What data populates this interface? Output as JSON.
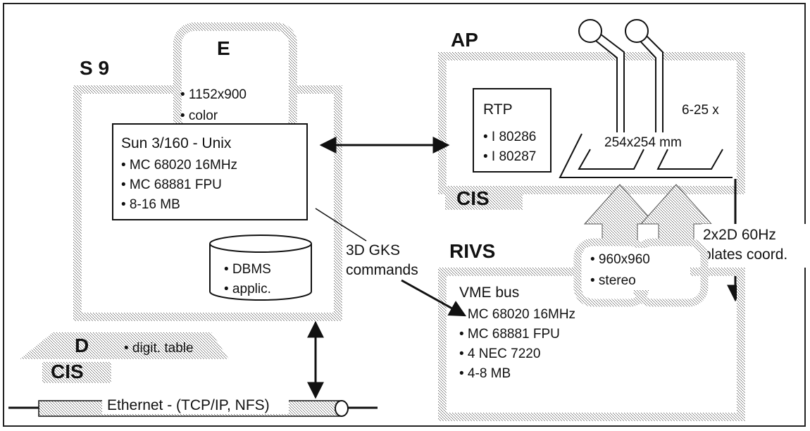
{
  "s9": {
    "title": "S 9",
    "sun_title": "Sun 3/160 - Unix",
    "sun_items": [
      "• MC 68020 16MHz",
      "• MC 68881 FPU",
      "• 8-16 MB"
    ],
    "db_items": [
      "• DBMS",
      "• applic."
    ]
  },
  "monitor_e": {
    "title": "E",
    "items": [
      "• 1152x900",
      "• color"
    ]
  },
  "digitizer": {
    "title": "D",
    "item": "• digit. table",
    "cis": "CIS"
  },
  "ethernet": {
    "label": "Ethernet - (TCP/IP, NFS)"
  },
  "gks": {
    "line1": "3D GKS",
    "line2": "commands"
  },
  "ap": {
    "title": "AP",
    "rtp_title": "RTP",
    "rtp_items": [
      "• I 80286",
      "• I 80287"
    ],
    "cis": "CIS",
    "zoom": "6-25 x",
    "plates": "254x254 mm"
  },
  "rivs": {
    "title": "RIVS",
    "vme_title": "VME bus",
    "vme_items": [
      "• MC 68020 16MHz",
      "• MC 68881 FPU",
      "• 4 NEC 7220",
      "• 4-8 MB"
    ],
    "display_items": [
      "• 960x960",
      "• stereo"
    ]
  },
  "plates_coord": {
    "line1": "2x2D 60Hz",
    "line2": "plates coord."
  }
}
